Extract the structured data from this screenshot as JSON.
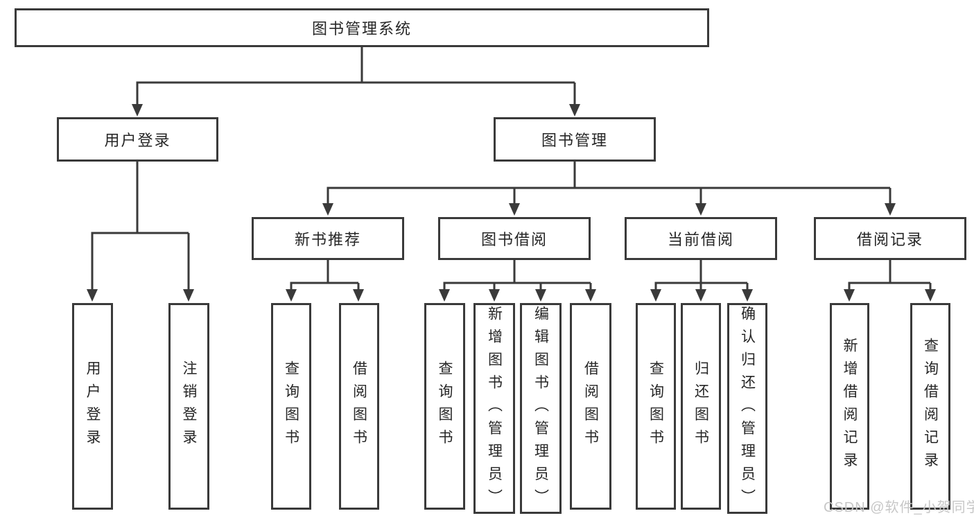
{
  "diagram": {
    "nodes": {
      "root": {
        "label": "图书管理系统"
      },
      "user_login": {
        "label": "用户登录"
      },
      "book_mgmt": {
        "label": "图书管理"
      },
      "new_rec": {
        "label": "新书推荐"
      },
      "book_borrow": {
        "label": "图书借阅"
      },
      "current_borrow": {
        "label": "当前借阅"
      },
      "borrow_record": {
        "label": "借阅记录"
      },
      "leaf_user_login": {
        "label": "用户登录"
      },
      "leaf_logout": {
        "label": "注销登录"
      },
      "leaf_query_book_1": {
        "label": "查询图书"
      },
      "leaf_borrow_book_1": {
        "label": "借阅图书"
      },
      "leaf_query_book_2": {
        "label": "查询图书"
      },
      "leaf_add_book": {
        "label": "新增图书（管理员）"
      },
      "leaf_edit_book": {
        "label": "编辑图书（管理员）"
      },
      "leaf_borrow_book_2": {
        "label": "借阅图书"
      },
      "leaf_query_book_3": {
        "label": "查询图书"
      },
      "leaf_return_book": {
        "label": "归还图书"
      },
      "leaf_confirm_return": {
        "label": "确认归还（管理员）"
      },
      "leaf_add_record": {
        "label": "新增借阅记录"
      },
      "leaf_query_record": {
        "label": "查询借阅记录"
      }
    },
    "hierarchy": {
      "root": [
        "user_login",
        "book_mgmt"
      ],
      "user_login": [
        "leaf_user_login",
        "leaf_logout"
      ],
      "book_mgmt": [
        "new_rec",
        "book_borrow",
        "current_borrow",
        "borrow_record"
      ],
      "new_rec": [
        "leaf_query_book_1",
        "leaf_borrow_book_1"
      ],
      "book_borrow": [
        "leaf_query_book_2",
        "leaf_add_book",
        "leaf_edit_book",
        "leaf_borrow_book_2"
      ],
      "current_borrow": [
        "leaf_query_book_3",
        "leaf_return_book",
        "leaf_confirm_return"
      ],
      "borrow_record": [
        "leaf_add_record",
        "leaf_query_record"
      ]
    },
    "watermark": "CSDN @软件_小贺同学",
    "colors": {
      "line": "#3a3a3a",
      "box_border": "#3a3a3a",
      "text": "#262626",
      "watermark": "#c7c7c7",
      "background": "#ffffff"
    }
  }
}
